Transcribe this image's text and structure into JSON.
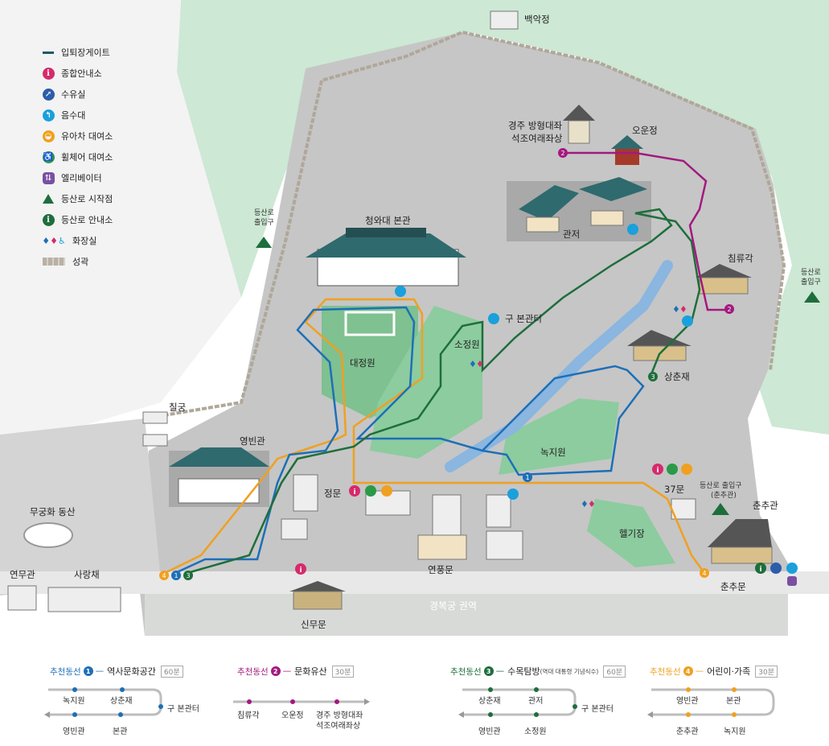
{
  "legend": [
    {
      "icon": "gate-line-icon",
      "label": "입퇴장게이트"
    },
    {
      "icon": "info-icon",
      "label": "종합안내소"
    },
    {
      "icon": "water-supply-icon",
      "label": "수유실"
    },
    {
      "icon": "water-fountain-icon",
      "label": "음수대"
    },
    {
      "icon": "stroller-icon",
      "label": "유아차 대여소"
    },
    {
      "icon": "wheelchair-icon",
      "label": "휠체어 대여소"
    },
    {
      "icon": "elevator-icon",
      "label": "엘리베이터"
    },
    {
      "icon": "trailhead-icon",
      "label": "등산로 시작점"
    },
    {
      "icon": "trail-info-icon",
      "label": "등산로 안내소"
    },
    {
      "icon": "restroom-icon",
      "label": "화장실"
    },
    {
      "icon": "fortress-wall-icon",
      "label": "성곽"
    }
  ],
  "colors": {
    "route1": "#1d6fb8",
    "route2": "#a3197f",
    "route3": "#1e6e3c",
    "route4": "#f0a020",
    "grass": "#8ccc9f",
    "mountain": "#cde8d4",
    "ground": "#c4c4c4"
  },
  "places": {
    "baekakjeong": "백악정",
    "gyeongju_statue_1": "경주 방형대좌",
    "gyeongju_statue_2": "석조여래좌상",
    "oounjeong": "오운정",
    "gwanjeo": "관저",
    "chimnyugak": "침류각",
    "main_hall": "청와대 본관",
    "old_main_site": "구 본관터",
    "sojeongwon": "소정원",
    "daejeongwon": "대정원",
    "sangchunjae": "상춘재",
    "nokjiwon": "녹지원",
    "chilgung": "칠궁",
    "yeongbingwan": "영빈관",
    "jeongmun": "정문",
    "gate37": "37문",
    "helipad": "헬기장",
    "chunchugwan": "춘추관",
    "chunchumun": "춘추문",
    "mugunghwa": "무궁화 동산",
    "yeonmugwan": "연무관",
    "sarangchae": "사랑채",
    "yeonpungmun": "연풍문",
    "sinmumun": "신무문",
    "gyeongbokgung": "경복궁 권역",
    "trail_entry_left_1": "등산로",
    "trail_entry_left_2": "출입구",
    "trail_entry_right_1": "등산로",
    "trail_entry_right_2": "출입구",
    "trail_entry_chunchu_1": "등산로 출입구",
    "trail_entry_chunchu_2": "(춘추관)"
  },
  "routes": [
    {
      "tag": "추천동선",
      "num": "1",
      "name": "역사문화공간",
      "minutes": "60분",
      "color": "#1d6fb8",
      "stops": [
        "녹지원",
        "상춘재",
        "구 본관터",
        "영빈관",
        "본관"
      ]
    },
    {
      "tag": "추천동선",
      "num": "2",
      "name": "문화유산",
      "minutes": "30분",
      "color": "#a3197f",
      "stops": [
        "침류각",
        "오운정",
        "경주 방형대좌",
        "석조여래좌상"
      ]
    },
    {
      "tag": "추천동선",
      "num": "3",
      "name": "수목탐방",
      "note": "(역대 대통령 기념식수)",
      "minutes": "60분",
      "color": "#1e6e3c",
      "stops": [
        "상춘재",
        "관저",
        "구 본관터",
        "영빈관",
        "소정원"
      ]
    },
    {
      "tag": "추천동선",
      "num": "4",
      "name": "어린이·가족",
      "minutes": "30분",
      "color": "#f0a020",
      "stops": [
        "영빈관",
        "본관",
        "춘추관",
        "녹지원"
      ]
    }
  ]
}
